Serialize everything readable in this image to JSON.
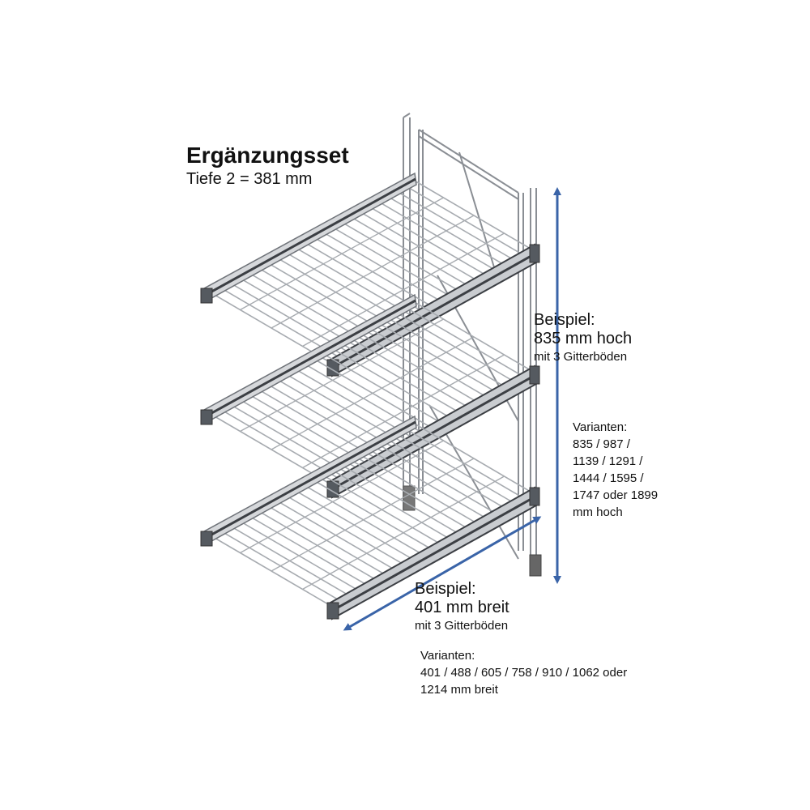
{
  "title": "Ergänzungsset",
  "subtitle": "Tiefe 2 = 381 mm",
  "height_example": {
    "heading": "Beispiel:",
    "value": "835 mm hoch",
    "note": "mit 3 Gitterböden"
  },
  "height_variants": {
    "heading": "Varianten:",
    "lines": [
      "835 / 987 /",
      "1139 / 1291 /",
      "1444 / 1595 /",
      "1747 oder 1899",
      "mm hoch"
    ]
  },
  "width_example": {
    "heading": "Beispiel:",
    "value": "401 mm breit",
    "note": "mit 3 Gitterböden"
  },
  "width_variants": {
    "heading": "Varianten:",
    "lines": [
      "401 / 488 / 605 / 758 / 910 / 1062 oder",
      "1214 mm breit"
    ]
  },
  "shelf_count": 3,
  "colors": {
    "arrow": "#3a64a8",
    "frame": "#8a8e94",
    "rail": "#6f7379",
    "grid": "#a7abb0",
    "text": "#111111"
  }
}
